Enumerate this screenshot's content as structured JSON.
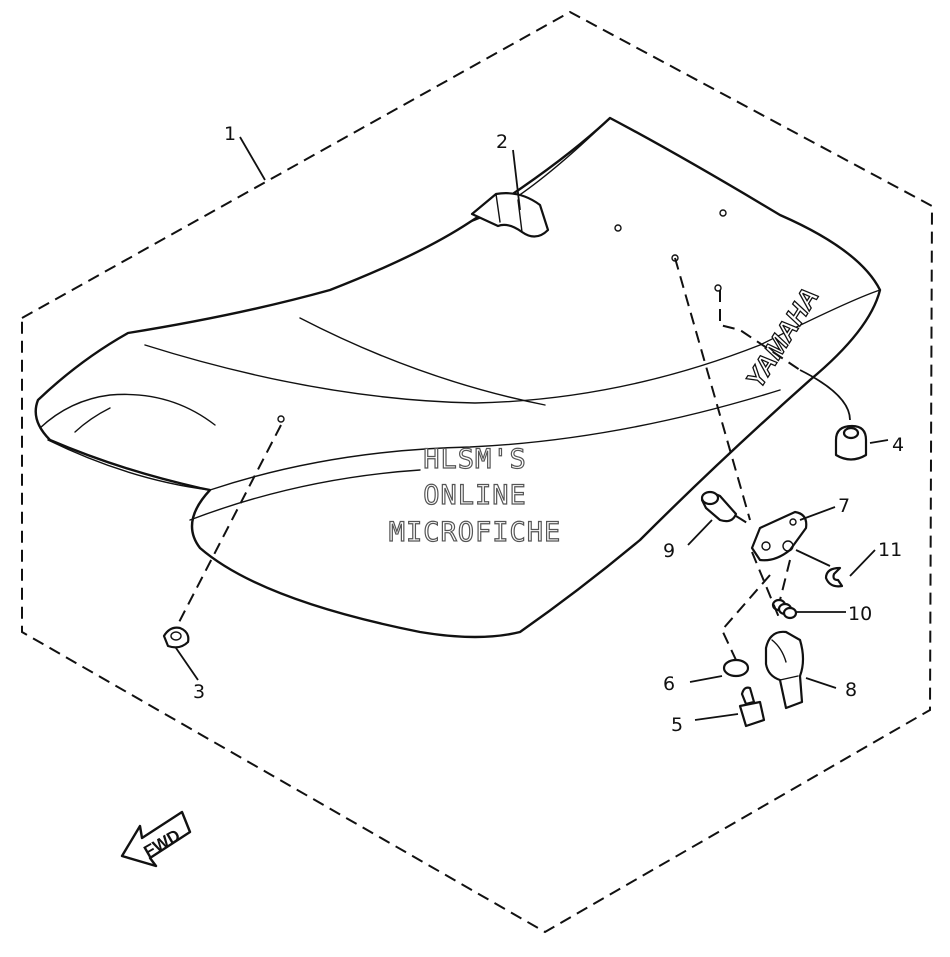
{
  "diagram": {
    "brand_text": "YAMAHA",
    "fwd_label": "FWD",
    "watermark": {
      "line1": "HLSM'S",
      "line2": "ONLINE",
      "line3": "MICROFICHE"
    },
    "callouts": [
      {
        "id": "1",
        "label": "1"
      },
      {
        "id": "2",
        "label": "2"
      },
      {
        "id": "3",
        "label": "3"
      },
      {
        "id": "4",
        "label": "4"
      },
      {
        "id": "5",
        "label": "5"
      },
      {
        "id": "6",
        "label": "6"
      },
      {
        "id": "7",
        "label": "7"
      },
      {
        "id": "8",
        "label": "8"
      },
      {
        "id": "9",
        "label": "9"
      },
      {
        "id": "10",
        "label": "10"
      },
      {
        "id": "11",
        "label": "11"
      }
    ]
  }
}
